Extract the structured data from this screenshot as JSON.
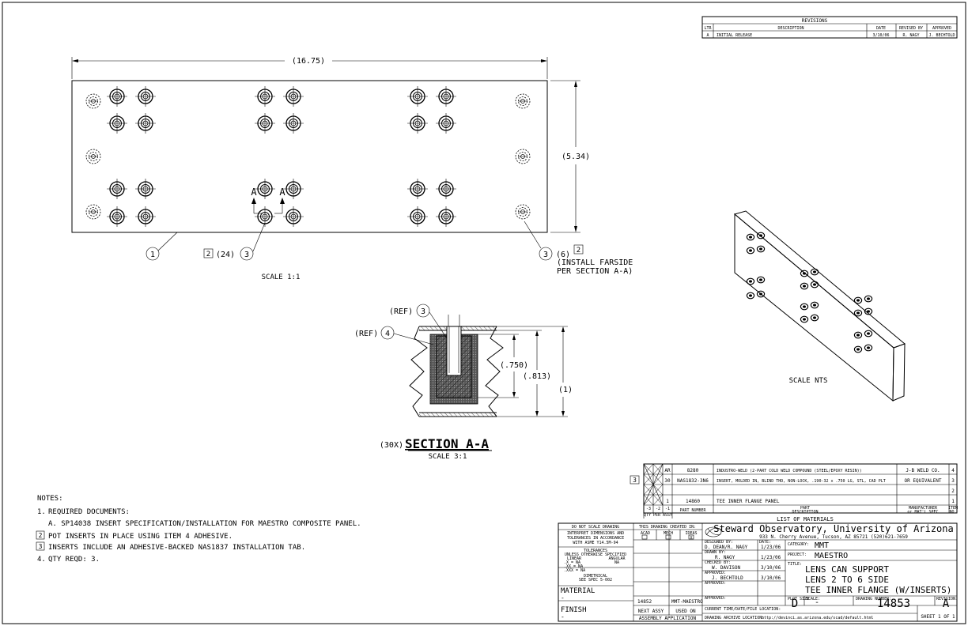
{
  "revisions": {
    "title": "REVISIONS",
    "headers": [
      "LTR",
      "DESCRIPTION",
      "DATE",
      "REVISED BY",
      "APPROVED"
    ],
    "rows": [
      [
        "A",
        "INITIAL RELEASE",
        "3/10/06",
        "R. NAGY",
        "J. BECHTOLD"
      ]
    ]
  },
  "plan_view": {
    "overall_width": "(16.75)",
    "overall_height": "(5.34)",
    "scale": "SCALE 1:1",
    "section_letter": "A",
    "callout_1": "1",
    "callout_3": "3",
    "flag_2": "2",
    "qty_24": "(24)",
    "qty_6": "(6)",
    "note_farside_1": "(INSTALL FARSIDE",
    "note_farside_2": "PER SECTION A-A)"
  },
  "iso_view": {
    "scale": "SCALE NTS"
  },
  "section_view": {
    "ref": "(REF)",
    "callout_3": "3",
    "callout_4": "4",
    "dim_750": "(.750)",
    "dim_813": "(.813)",
    "dim_1": "(1)",
    "scale_prefix": "(30X)",
    "title": "SECTION A-A",
    "scale": "SCALE 3:1"
  },
  "notes": {
    "title": "NOTES:",
    "items": [
      {
        "num": "1.",
        "text": "REQUIRED DOCUMENTS:"
      },
      {
        "num": "",
        "text": "A. SP14038 INSERT SPECIFICATION/INSTALLATION FOR MAESTRO COMPOSITE PANEL."
      },
      {
        "num": "2",
        "text": "POT INSERTS IN PLACE USING ITEM 4 ADHESIVE."
      },
      {
        "num": "3",
        "text": "INSERTS INCLUDE AN ADHESIVE-BACKED NAS1837 INSTALLATION TAB."
      },
      {
        "num": "4.",
        "text": "QTY REQD: 3."
      }
    ]
  },
  "bom": {
    "flag": "3",
    "rows": [
      {
        "qty": "AR",
        "part": "8280",
        "desc": "INDUSTRO-WELD (2-PART COLD WELD COMPOUND (STEEL/EPOXY RESIN))",
        "mfr": "J-B WELD CO.",
        "item": "4"
      },
      {
        "qty": "30",
        "part": "NAS1832-3N6",
        "desc": "INSERT, MOLDED IN, BLIND THD, NON-LOCK, .190-32 x .750 LG, STL, CAD PLT",
        "mfr": "OR EQUIVALENT",
        "item": "3"
      },
      {
        "qty": "",
        "part": "",
        "desc": "",
        "mfr": "",
        "item": "2"
      },
      {
        "qty": "1",
        "part": "14860",
        "desc": "TEE INNER FLANGE PANEL",
        "mfr": "",
        "item": "1"
      }
    ],
    "col_dash3": "-3",
    "col_dash2": "-2",
    "col_dash1": "-1",
    "qty_per_assy": "QTY PER ASSY",
    "part_number": "PART NUMBER",
    "part_desc_1": "PART",
    "part_desc_2": "DESCRIPTION",
    "mfr_1": "MANUFACTURER",
    "mfr_2": "or MAT'L SPEC",
    "item_1": "ITEM",
    "item_2": "NO.",
    "title": "LIST OF MATERIALS"
  },
  "title_block": {
    "do_not_scale": "DO NOT SCALE DRAWING",
    "interpret_1": "INTERPRET DIMENSIONS AND",
    "interpret_2": "TOLERANCES IN ACCORDANCE",
    "interpret_3": "WITH ASME Y14.5M-94",
    "tolerances": "TOLERANCES",
    "unless": "UNLESS OTHERWISE SPECIFIED",
    "linear": "LINEAR",
    "angular": "ANGULAR",
    "tol_x": ".X   = NA",
    "tol_xx": ".XX  = NA",
    "tol_xxx": ".XXX = NA",
    "tol_ang": "NA",
    "dimetrical_1": "DIMETRICAL",
    "dimetrical_2": "SEE SPEC 5-002",
    "created_in": "THIS DRAWING CREATED IN:",
    "acad": "ACAD",
    "mech": "MECH",
    "ideas": "IDEAS",
    "ideas_mark": "X",
    "org_name": "Steward Observatory, University of Arizona",
    "org_address": "933 N. Cherry Avenue, Tucson, AZ  85721   (520)621-7659",
    "designed_by_label": "DESIGNED BY:",
    "designed_by": "D. DEAN/R. NAGY",
    "date_label": "DATE:",
    "designed_date": "1/23/06",
    "drawn_by_label": "DRAWN BY:",
    "drawn_by": "R. NAGY",
    "drawn_date": "1/23/06",
    "checked_by_label": "CHECKED BY:",
    "checked_by": "W. DAVISON",
    "checked_date": "3/10/06",
    "approved_label": "APPROVED:",
    "approved_by": "J. BECHTOLD",
    "approved_date": "3/10/06",
    "category_label": "CATEGORY:",
    "category": "MMT",
    "project_label": "PROJECT:",
    "project": "MAESTRO",
    "title_label": "TITLE:",
    "title_1": "LENS CAN SUPPORT",
    "title_2": "LENS 2 TO 6 SIDE",
    "title_3": "TEE INNER FLANGE (W/INSERTS)",
    "plot_size_label": "PLOT SIZE",
    "plot_size": "D",
    "scale_label": "SCALE:",
    "scale": "-",
    "drawing_number_label": "DRAWING NUMBER:",
    "drawing_number": "14853",
    "revision_label": "REVISION:",
    "revision": "A",
    "material_label": "MATERIAL",
    "material": "-",
    "finish_label": "FINISH",
    "finish": "-",
    "next_assy_num": "14852",
    "used_on": "MMT-MAESTRO",
    "next_assy_label": "NEXT ASSY",
    "used_on_label": "USED ON",
    "assembly_application": "ASSEMBLY APPLICATION",
    "current_time_label": "CURRENT TIME/DATE/FILE LOCATION:",
    "archive_label": "DRAWING ARCHIVE LOCATION:",
    "archive_url": "http://devinci.as.arizona.edu/scad/default.html",
    "sheet": "SHEET 1 OF 1"
  }
}
